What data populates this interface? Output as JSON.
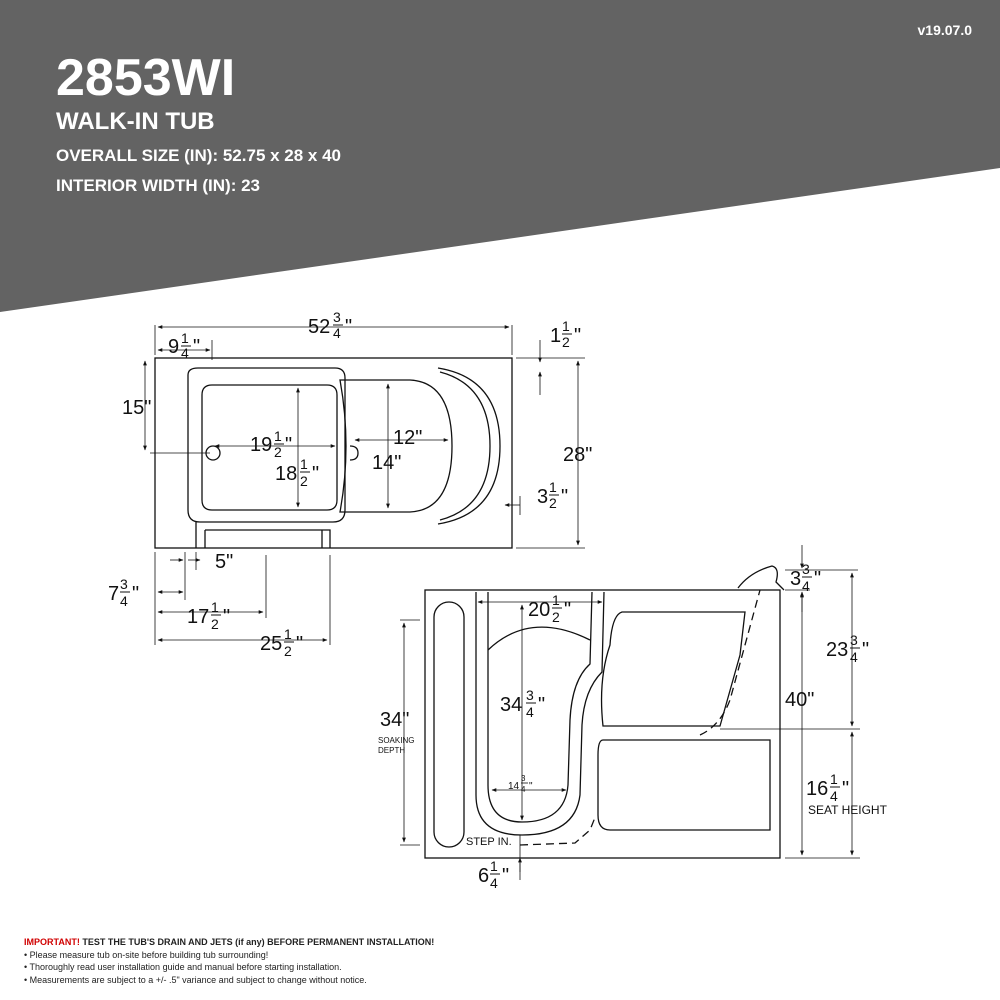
{
  "header": {
    "model": "2853WI",
    "type": "WALK-IN TUB",
    "overall_size": "OVERALL SIZE (IN): 52.75 x 28 x 40",
    "interior_width": "INTERIOR WIDTH (IN): 23",
    "version": "v19.07.0"
  },
  "colors": {
    "banner": "#636363",
    "line": "#111111",
    "warning": "#d00000"
  },
  "top_view": {
    "overall_length": {
      "whole": "52",
      "num": "3",
      "den": "4",
      "unit": "\""
    },
    "drain_offset": {
      "whole": "9",
      "num": "1",
      "den": "4",
      "unit": "\""
    },
    "rim_height": {
      "whole": "1",
      "num": "1",
      "den": "2",
      "unit": "\""
    },
    "drain_from_top": "15\"",
    "basin_width": {
      "whole": "19",
      "num": "1",
      "den": "2",
      "unit": "\""
    },
    "basin_depth": {
      "whole": "18",
      "num": "1",
      "den": "2",
      "unit": "\""
    },
    "seat_width": "12\"",
    "seat_depth": "14\"",
    "overall_width": "28\"",
    "door_offset": {
      "whole": "3",
      "num": "1",
      "den": "2",
      "unit": "\""
    },
    "apron_gap": "5\"",
    "apron_left": {
      "whole": "7",
      "num": "3",
      "den": "4",
      "unit": "\""
    },
    "apron_mid": {
      "whole": "17",
      "num": "1",
      "den": "2",
      "unit": "\""
    },
    "apron_right": {
      "whole": "25",
      "num": "1",
      "den": "2",
      "unit": "\""
    }
  },
  "side_view": {
    "door_width": {
      "whole": "20",
      "num": "1",
      "den": "2",
      "unit": "\""
    },
    "rim_top": {
      "whole": "3",
      "num": "3",
      "den": "4",
      "unit": "\""
    },
    "upper_height": {
      "whole": "23",
      "num": "3",
      "den": "4",
      "unit": "\""
    },
    "overall_height": "40\"",
    "soaking_depth": "34\"",
    "soaking_label": [
      "SOAKING",
      "DEPTH"
    ],
    "door_height": {
      "whole": "34",
      "num": "3",
      "den": "4",
      "unit": "\""
    },
    "step_width": {
      "whole": "14",
      "num": "3",
      "den": "4",
      "unit": "\""
    },
    "seat_height": {
      "whole": "16",
      "num": "1",
      "den": "4",
      "unit": "\""
    },
    "seat_label": "SEAT HEIGHT",
    "step_label": "STEP IN.",
    "step_height": {
      "whole": "6",
      "num": "1",
      "den": "4",
      "unit": "\""
    }
  },
  "notes": {
    "important_label": "IMPORTANT!",
    "important_text": " TEST THE TUB'S DRAIN AND JETS (if any) BEFORE PERMANENT INSTALLATION!",
    "bullets": [
      "• Please measure tub on-site before building tub surrounding!",
      "• Thoroughly read user installation guide and manual before starting installation.",
      "• Measurements are subject to a +/- .5\" variance and subject to change without notice."
    ]
  }
}
